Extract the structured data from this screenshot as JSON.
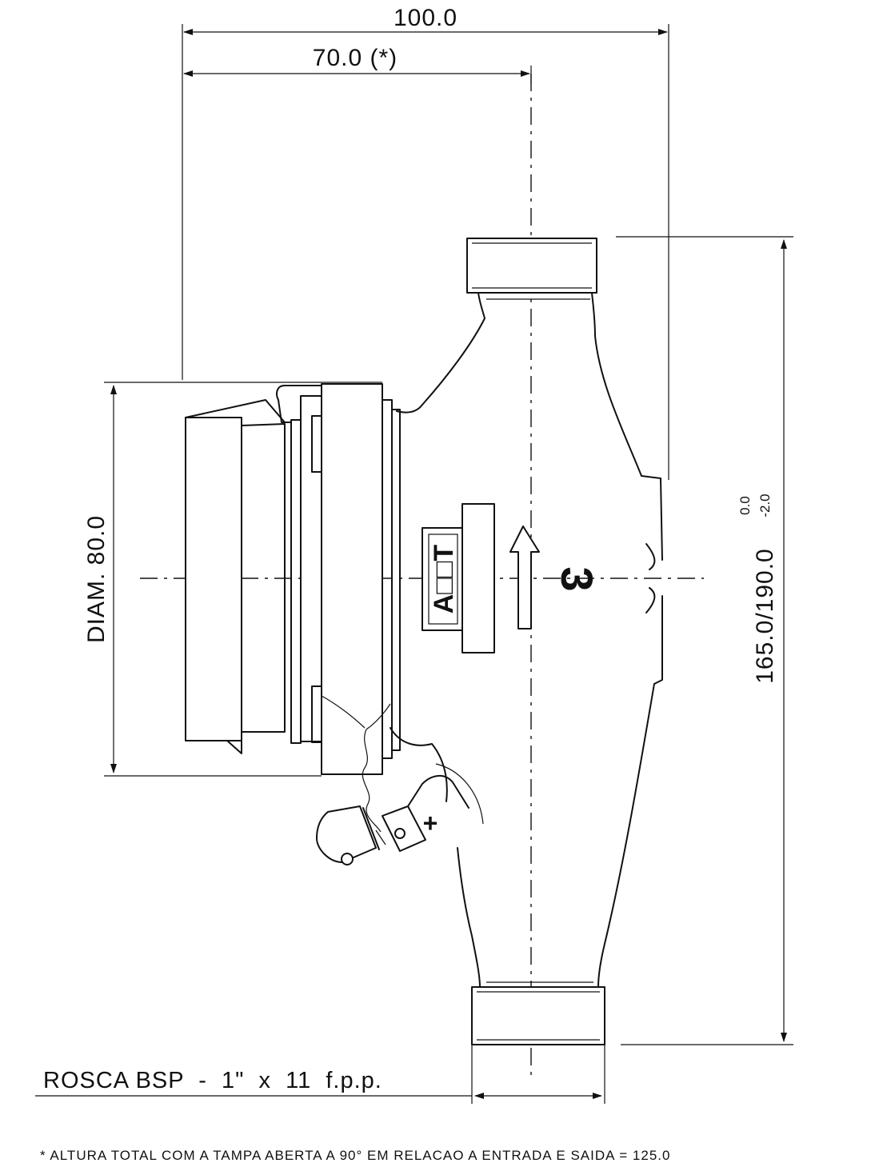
{
  "dimensions": {
    "total_width": "100.0",
    "height_open_lid": "70.0 (*)",
    "diameter": "DIAM. 80.0",
    "length": "165.0/190.0",
    "tolerance_upper": "0.0",
    "tolerance_lower": "-2.0"
  },
  "labels": {
    "thread": "ROSCA BSP  -  1\"  x  11  f.p.p.",
    "size_number": "3",
    "plate_text": "A□□T"
  },
  "footnote": "* ALTURA TOTAL COM A TAMPA ABERTA A 90° EM RELACAO A ENTRADA E SAIDA = 125.0"
}
